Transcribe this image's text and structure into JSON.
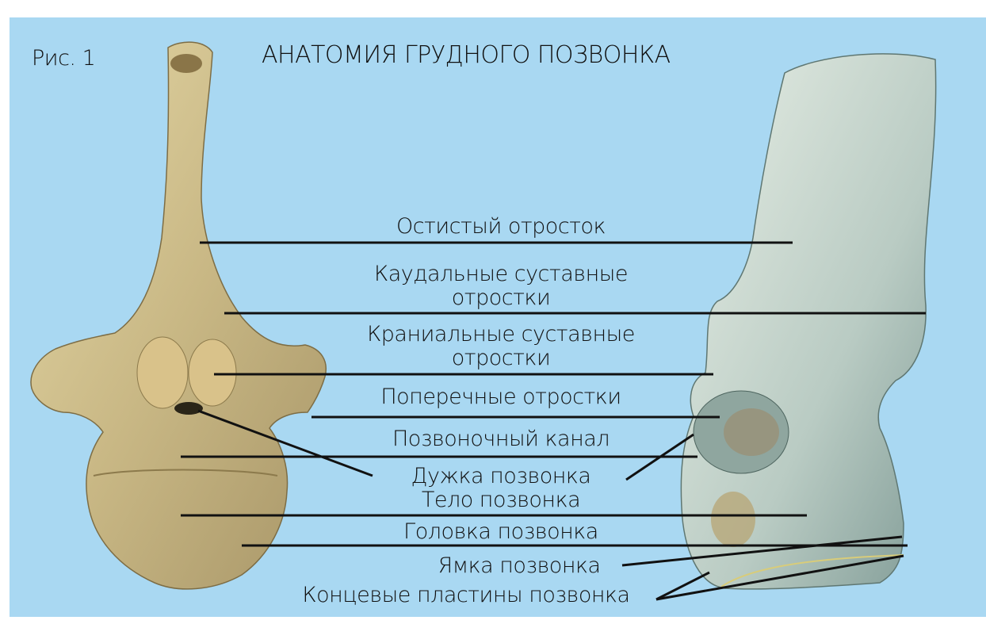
{
  "figure": {
    "number": "Рис. 1",
    "title": "АНАТОМИЯ ГРУДНОГО ПОЗВОНКА"
  },
  "labels": [
    "Остистый отросток",
    "Каудальные суставные",
    "отростки",
    "Краниальные суставные",
    "отростки",
    "Поперечные отростки",
    "Позвоночный канал",
    "Дужка позвонка",
    "Тело позвонка",
    "Головка позвонка",
    "Ямка позвонка",
    "Концевые пластины позвонка"
  ],
  "colors": {
    "background": "#a9d8f2",
    "front_bone": "#c9b885",
    "side_bone": "#b9cbc3",
    "lines": "#111111"
  }
}
